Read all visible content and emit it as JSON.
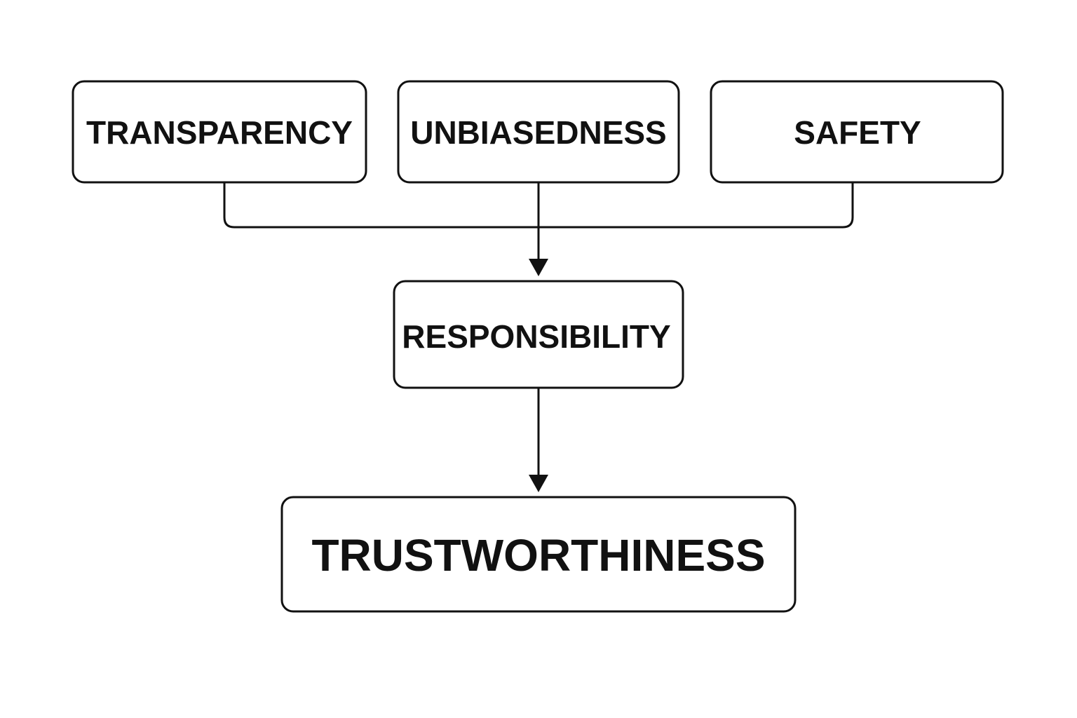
{
  "nodes": {
    "transparency": "TRANSPARENCY",
    "unbiasedness": "UNBIASEDNESS",
    "safety": "SAFETY",
    "responsibility": "RESPONSIBILITY",
    "trustworthiness": "TRUSTWORTHINESS"
  },
  "edges": [
    {
      "from": [
        "transparency",
        "unbiasedness",
        "safety"
      ],
      "to": "responsibility"
    },
    {
      "from": [
        "responsibility"
      ],
      "to": "trustworthiness"
    }
  ],
  "colors": {
    "stroke": "#111111",
    "background": "#ffffff"
  }
}
